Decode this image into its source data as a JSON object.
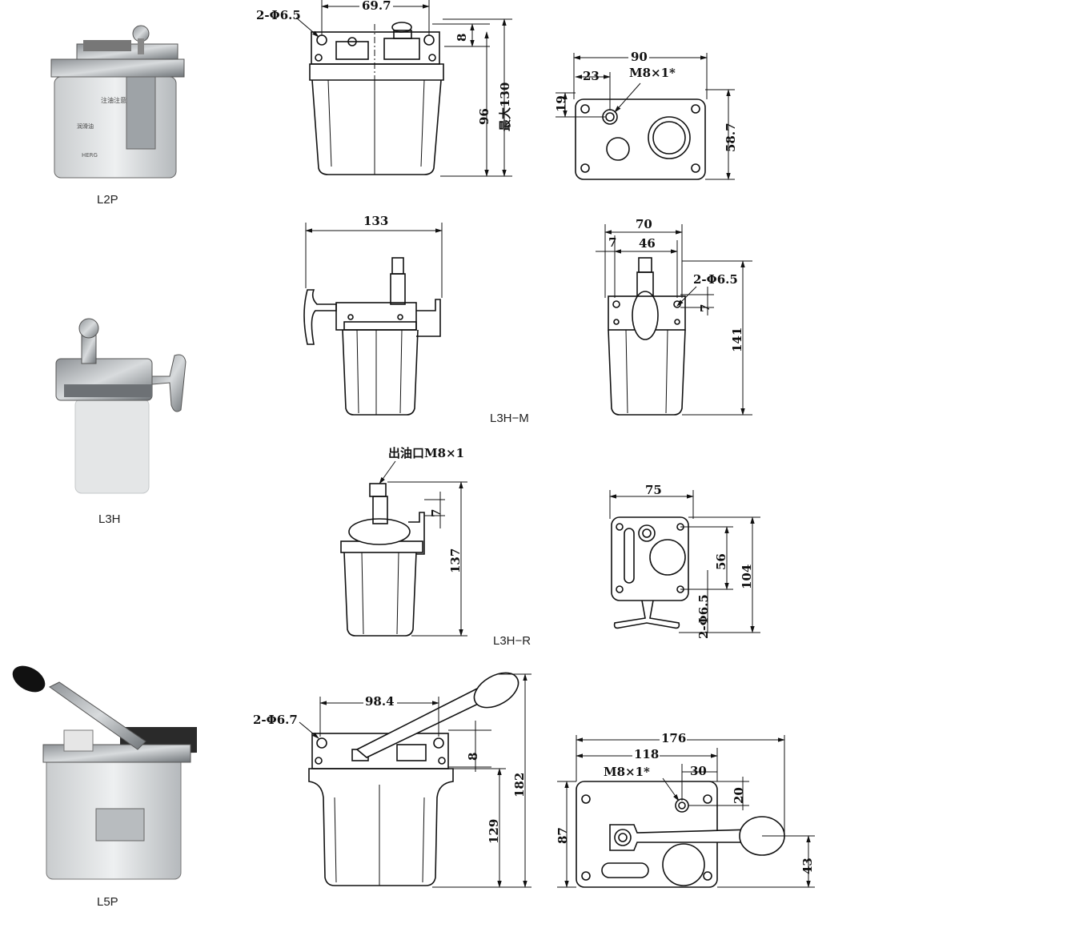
{
  "products": [
    {
      "model": "L2P",
      "photo_labels": [
        "注油注意",
        "润滑油",
        "HERG"
      ],
      "front_dims": {
        "hole": "2-Φ6.5",
        "width": "69.7",
        "top_offset": "8",
        "body_height": "96",
        "max_height": "最大130"
      },
      "side_dims": {
        "width": "90",
        "offset": "23",
        "thread": "M8×1*",
        "top": "19",
        "height": "58.7"
      }
    },
    {
      "model": "L3H",
      "front_dims": {
        "width": "133"
      },
      "side_dims": {
        "width": "70",
        "offset": "7",
        "inner": "46",
        "hole": "2-Φ6.5",
        "small": "7",
        "height": "141"
      },
      "variant_label": "L3H−M"
    },
    {
      "model": "L3H-R",
      "front_dims": {
        "outlet": "出油口M8×1",
        "small": "7",
        "height": "137"
      },
      "side_dims": {
        "width": "75",
        "inner": "56",
        "height": "104",
        "hole": "2-Φ6.5"
      },
      "variant_label": "L3H−R"
    },
    {
      "model": "L5P",
      "front_dims": {
        "hole": "2-Φ6.7",
        "width": "98.4",
        "top_offset": "8",
        "body_height": "129",
        "max_height": "182"
      },
      "side_dims": {
        "width": "176",
        "inner": "118",
        "thread": "M8×1*",
        "offset": "30",
        "top": "20",
        "height": "87",
        "handle": "43"
      }
    }
  ]
}
